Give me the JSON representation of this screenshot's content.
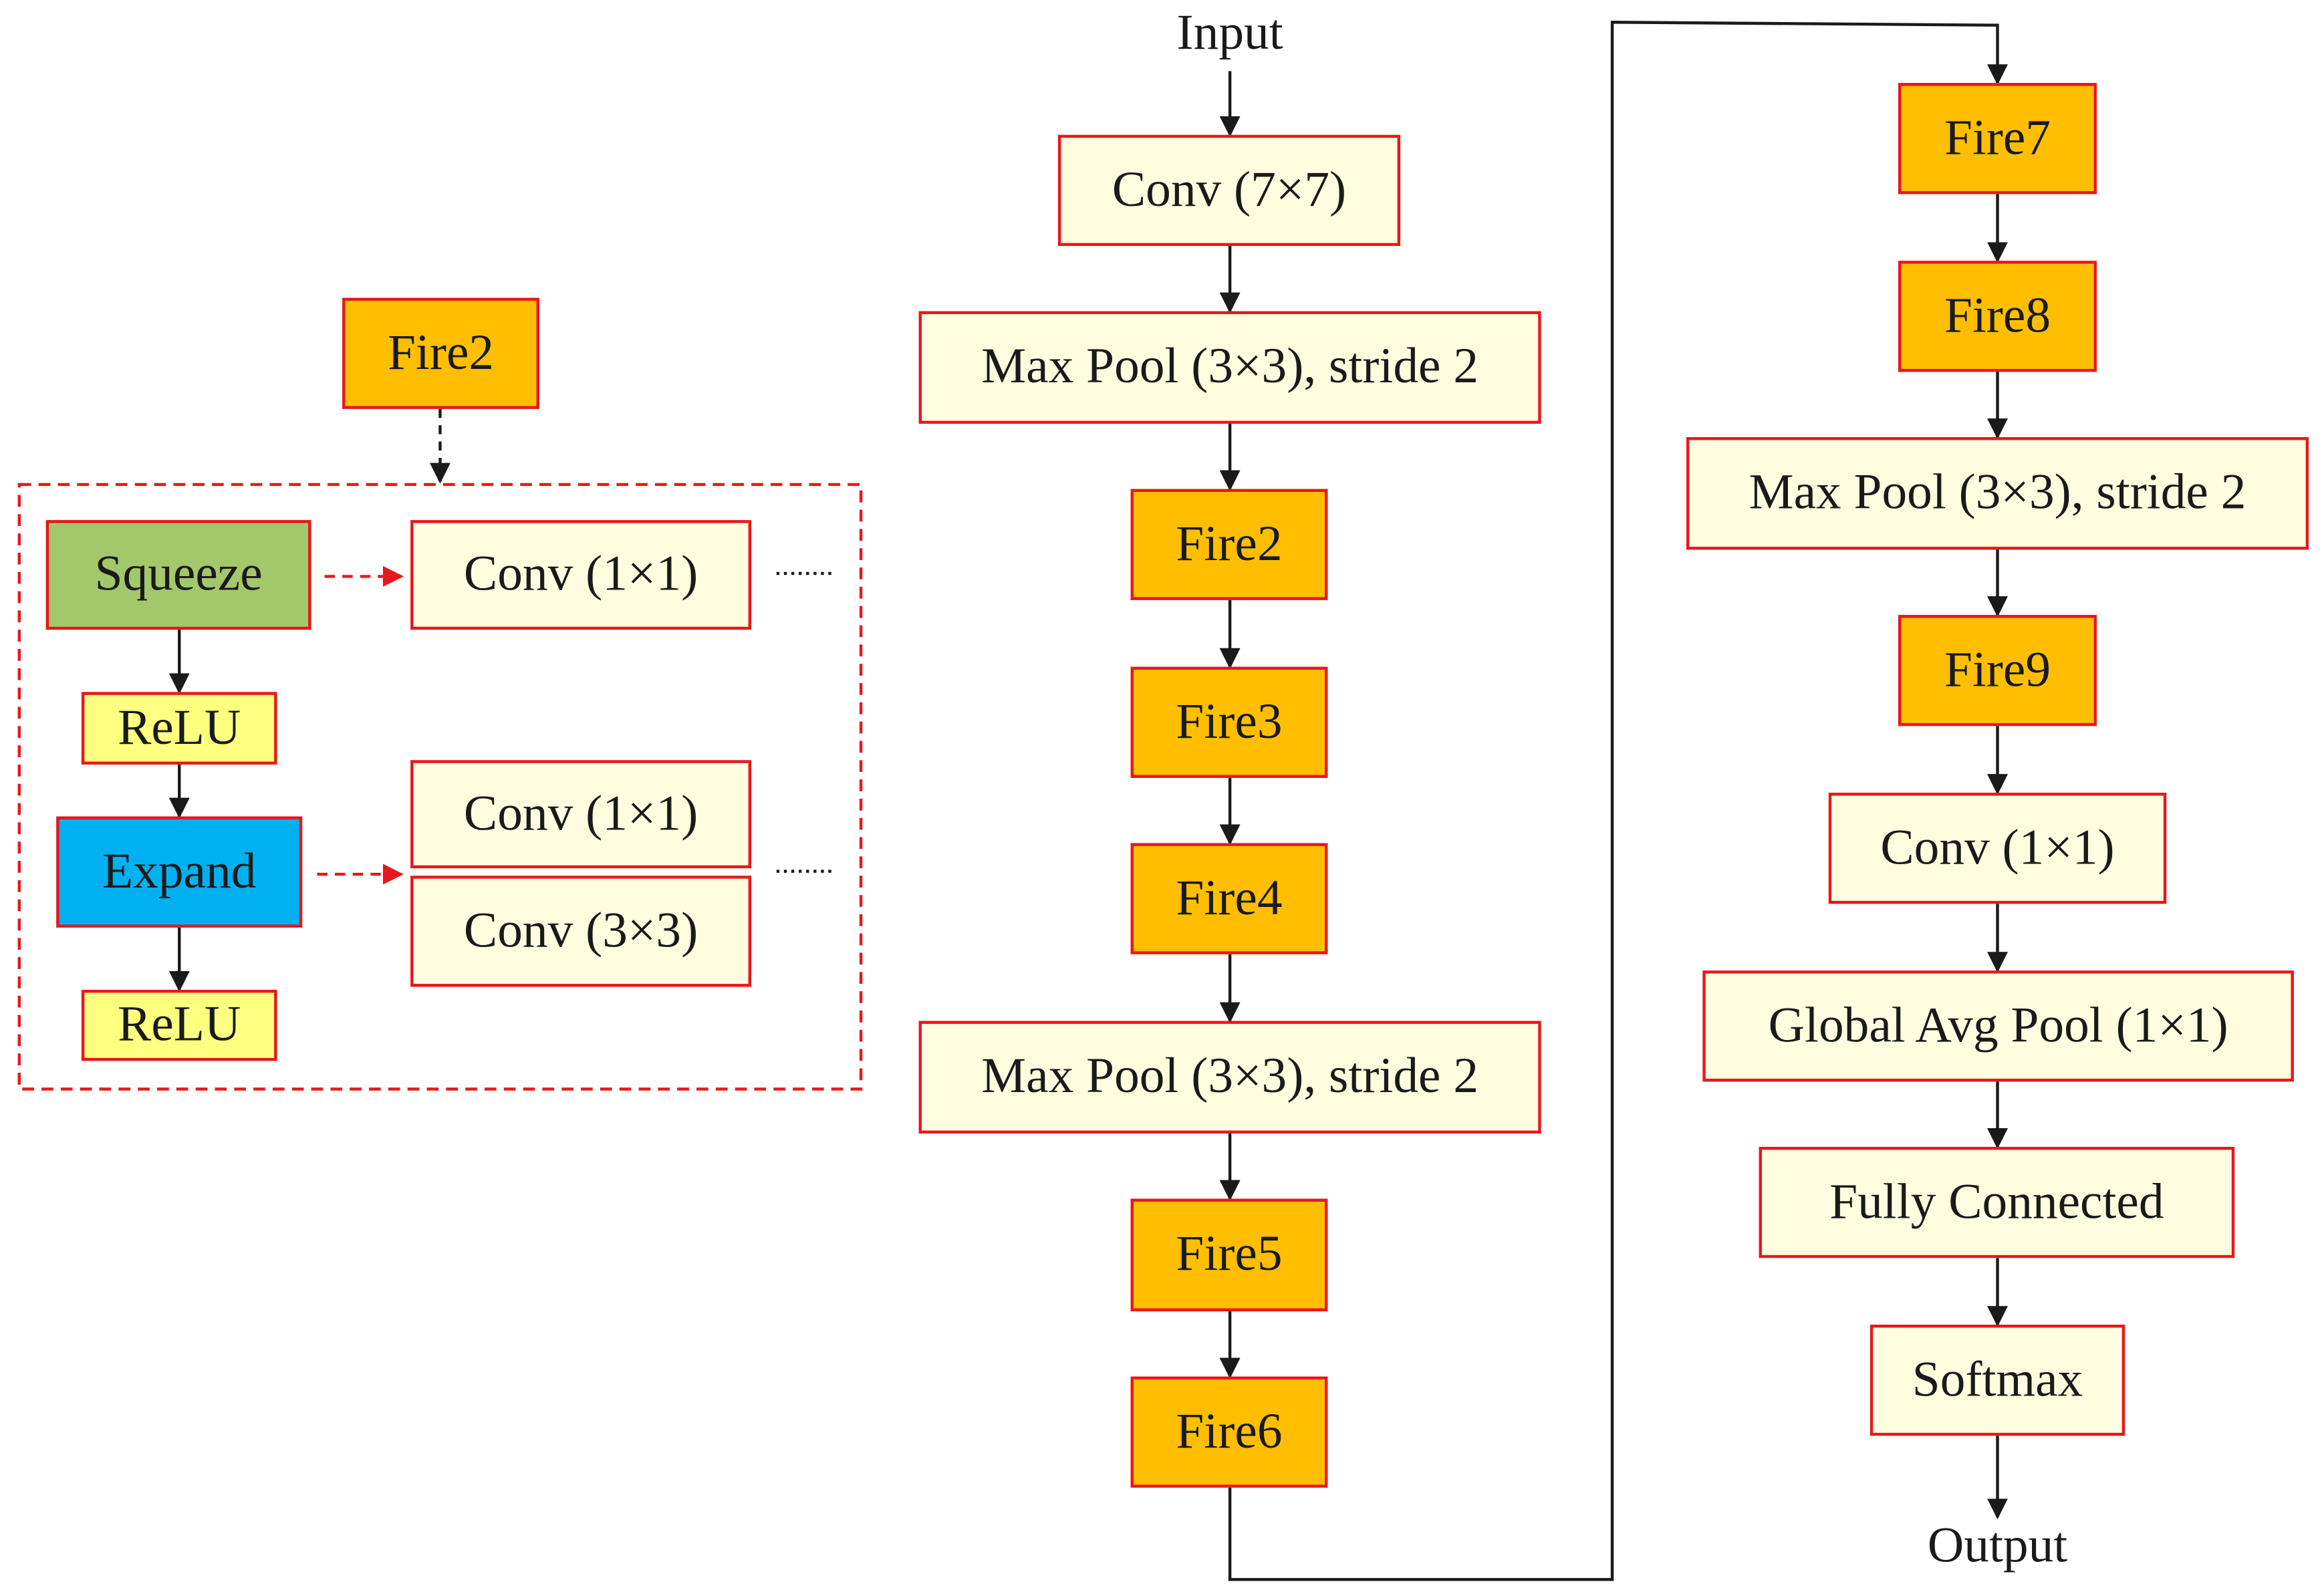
{
  "colors": {
    "border": "#e8171c",
    "conv_fill": "#fefde0",
    "fire_fill": "#ffbf00",
    "squeeze_fill": "#a3c86b",
    "expand_fill": "#00b0f0",
    "relu_fill": "#ffff80",
    "arrow": "#1a1a1a",
    "dashed_arrow": "#e8171c"
  },
  "network": {
    "input_label": "Input",
    "output_label": "Output",
    "column1": [
      "Conv (7×7)",
      "Max Pool (3×3), stride 2",
      "Fire2",
      "Fire3",
      "Fire4",
      "Max Pool (3×3), stride 2",
      "Fire5",
      "Fire6"
    ],
    "column2": [
      "Fire7",
      "Fire8",
      "Max Pool (3×3), stride 2",
      "Fire9",
      "Conv (1×1)",
      "Global Avg Pool (1×1)",
      "Fully Connected",
      "Softmax"
    ]
  },
  "fire_module": {
    "title": "Fire2",
    "squeeze": "Squeeze",
    "relu_1": "ReLU",
    "expand": "Expand",
    "relu_2": "ReLU",
    "squeeze_conv": "Conv (1×1)",
    "expand_conv_1": "Conv (1×1)",
    "expand_conv_2": "Conv (3×3)"
  }
}
